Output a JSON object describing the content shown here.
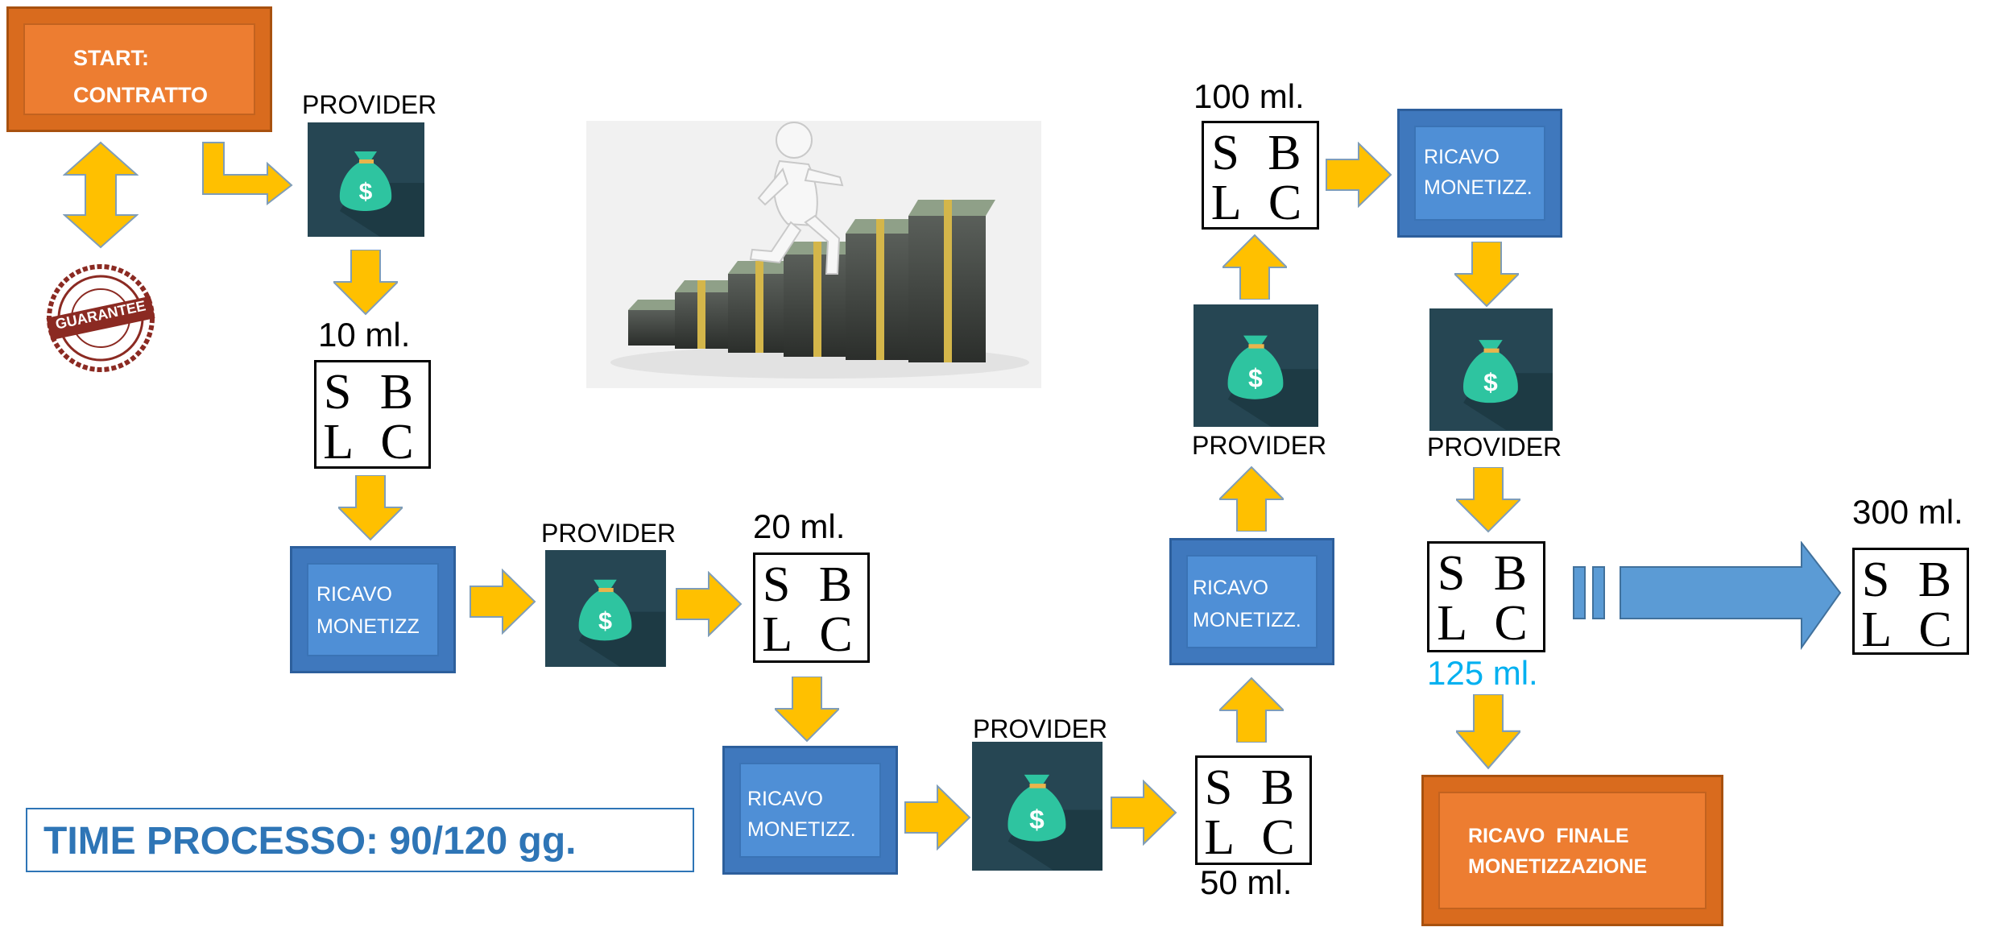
{
  "start_box": {
    "line1": "START:",
    "line2": "CONTRATTO"
  },
  "guarantee_seal": {
    "text": "GUARANTEE",
    "icon": "guarantee-seal-icon"
  },
  "providers": [
    {
      "label": "PROVIDER"
    },
    {
      "label": "PROVIDER"
    },
    {
      "label": "PROVIDER"
    },
    {
      "label": "PROVIDER"
    },
    {
      "label": "PROVIDER"
    }
  ],
  "sblc": {
    "line1": "S B",
    "line2": "L C"
  },
  "amounts": {
    "a10": "10 ml.",
    "a20": "20 ml.",
    "a50": "50 ml.",
    "a100": "100 ml.",
    "a125": "125 ml.",
    "a300": "300 ml."
  },
  "ricavo_boxes": {
    "r1_line1": "RICAVO",
    "r1_line2": "MONETIZZ",
    "r2_line1": "RICAVO",
    "r2_line2": "MONETIZZ.",
    "r3_line1": "RICAVO",
    "r3_line2": "MONETIZZ.",
    "r4_line1": "RICAVO",
    "r4_line2": "MONETIZZ."
  },
  "final_box": {
    "line1": "RICAVO  FINALE",
    "line2": "MONETIZZAZIONE"
  },
  "time_label": "TIME PROCESSO: 90/120 gg.",
  "colors": {
    "orange": "#ed7d31",
    "blue": "#4f8fd6",
    "arrow_yellow": "#ffc000",
    "arrow_blue": "#5b9bd5",
    "tile_dark": "#264653",
    "bag_green": "#2ec4a0",
    "amount_cyan": "#00b0f0",
    "time_blue": "#2e75b6"
  },
  "image": {
    "subject": "person-climbing-money-stacks"
  }
}
